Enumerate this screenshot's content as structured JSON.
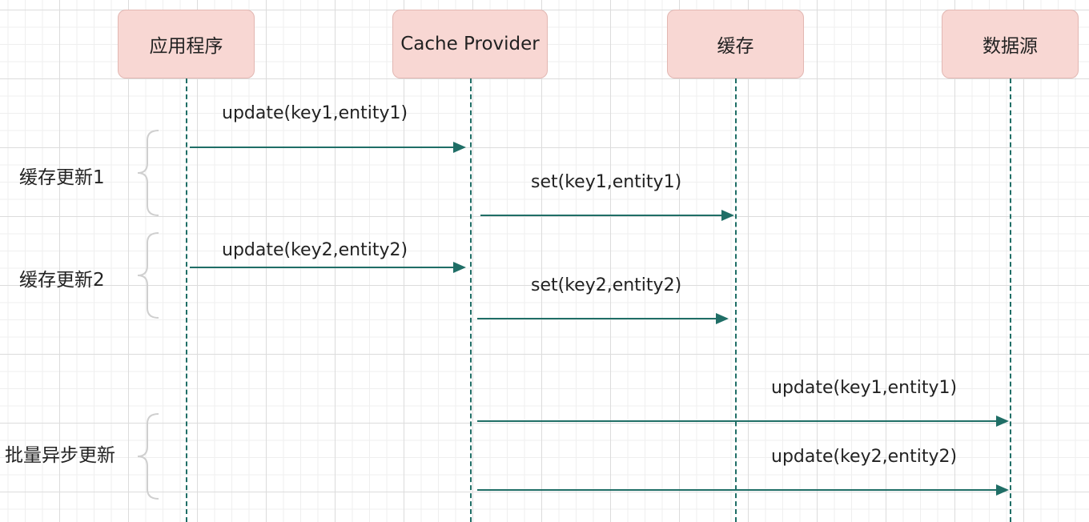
{
  "actors": {
    "app": "应用程序",
    "provider": "Cache Provider",
    "cache": "缓存",
    "datasource": "数据源"
  },
  "groups": {
    "g1": "缓存更新1",
    "g2": "缓存更新2",
    "g3": "批量异步更新"
  },
  "messages": {
    "m1": "update(key1,entity1)",
    "m2": "set(key1,entity1)",
    "m3": "update(key2,entity2)",
    "m4": "set(key2,entity2)",
    "m5": "update(key1,entity1)",
    "m6": "update(key2,entity2)"
  },
  "colors": {
    "actor_fill": "#f8d7d3",
    "line": "#1f6e66"
  }
}
